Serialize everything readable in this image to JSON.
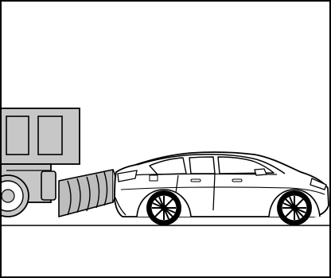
{
  "figure": {
    "colors": {
      "stroke": "#000000",
      "background": "#ffffff",
      "truck_fill": "#c7c7c7",
      "sensor_fill": "#bdbdbd",
      "car_fill": "#ffffff"
    },
    "elements": {
      "truck": "truck-rear",
      "sensor_beam": "parking-sensor-beam",
      "car": "sedan",
      "road": "road-line"
    }
  }
}
